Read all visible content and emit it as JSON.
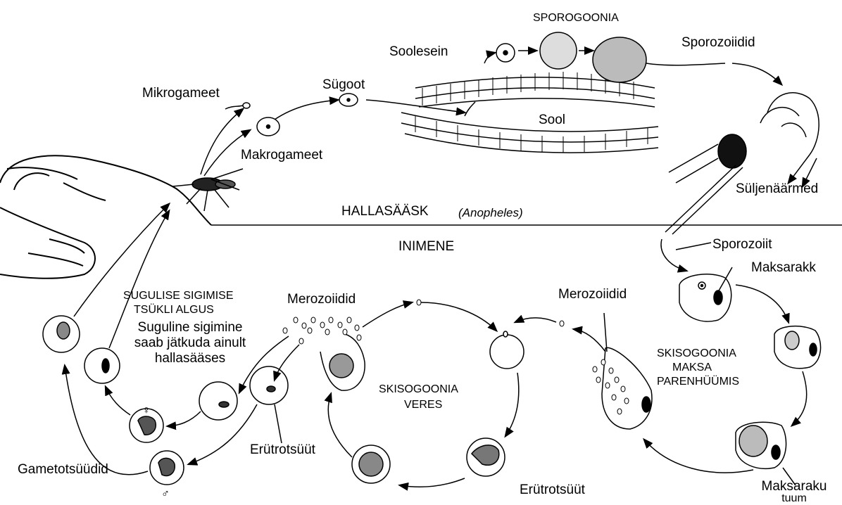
{
  "labels": {
    "sporogoonia": "SPOROGOONIA",
    "sporozoiidid": "Sporozoiidid",
    "soolesein": "Soolesein",
    "sugoot": "Sügoot",
    "mikrogameet": "Mikrogameet",
    "makrogameet": "Makrogameet",
    "sool": "Sool",
    "suljenaarmed": "Süljenäärmed",
    "hallasaask": "HALLASÄÄSK",
    "anopheles": "(Anopheles)",
    "inimene": "INIMENE",
    "sporozoiit": "Sporozoiit",
    "maksarakk": "Maksarakk",
    "merozoiidid_right": "Merozoiidid",
    "merozoiidid_left": "Merozoiidid",
    "skisogoonia_maksa": [
      "SKISOGOONIA",
      "MAKSA",
      "PARENHÜÜMIS"
    ],
    "skisogoonia_veres": [
      "SKISOGOONIA",
      "VERES"
    ],
    "sugulise": [
      "SUGULISE SIGIMISE",
      "TSÜKLI  ALGUS"
    ],
    "suguline_note": [
      "Suguline sigimine",
      "saab jätkuda ainult",
      "hallasääses"
    ],
    "erutrotsuut_mid": "Erütrotsüüt",
    "erutrotsuut_bottom": "Erütrotsüüt",
    "gametotsuudid": "Gametotsüüdid",
    "maksarakutuum": [
      "Maksaraku",
      "tuum"
    ],
    "female_symbol": "♀",
    "male_symbol": "♂"
  }
}
